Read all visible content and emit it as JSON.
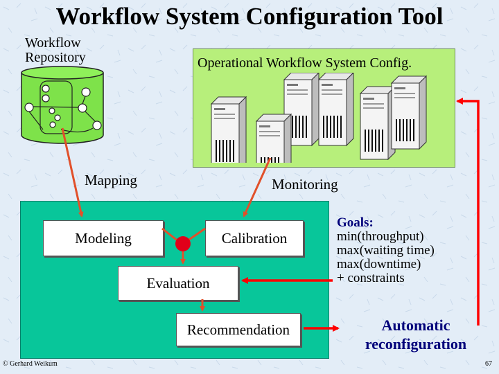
{
  "title": "Workflow System Configuration Tool",
  "repository": {
    "line1": "Workflow",
    "line2": "Repository"
  },
  "operational_config": "Operational Workflow System Config.",
  "labels": {
    "mapping": "Mapping",
    "monitoring": "Monitoring"
  },
  "boxes": {
    "modeling": "Modeling",
    "calibration": "Calibration",
    "evaluation": "Evaluation",
    "recommendation": "Recommendation"
  },
  "goals": {
    "heading": "Goals:",
    "items": [
      "min(throughput)",
      "max(waiting time)",
      "max(downtime)",
      "+ constraints"
    ]
  },
  "automatic": {
    "line1": "Automatic",
    "line2": "reconfiguration"
  },
  "footer": {
    "copyright": "© Gerhard Weikum",
    "page": "67"
  },
  "colors": {
    "arrow": "#e1502a",
    "feedback": "#ff0000",
    "teal": "#08c69a",
    "green": "#b7ef7b",
    "goals_text": "#00007a"
  }
}
